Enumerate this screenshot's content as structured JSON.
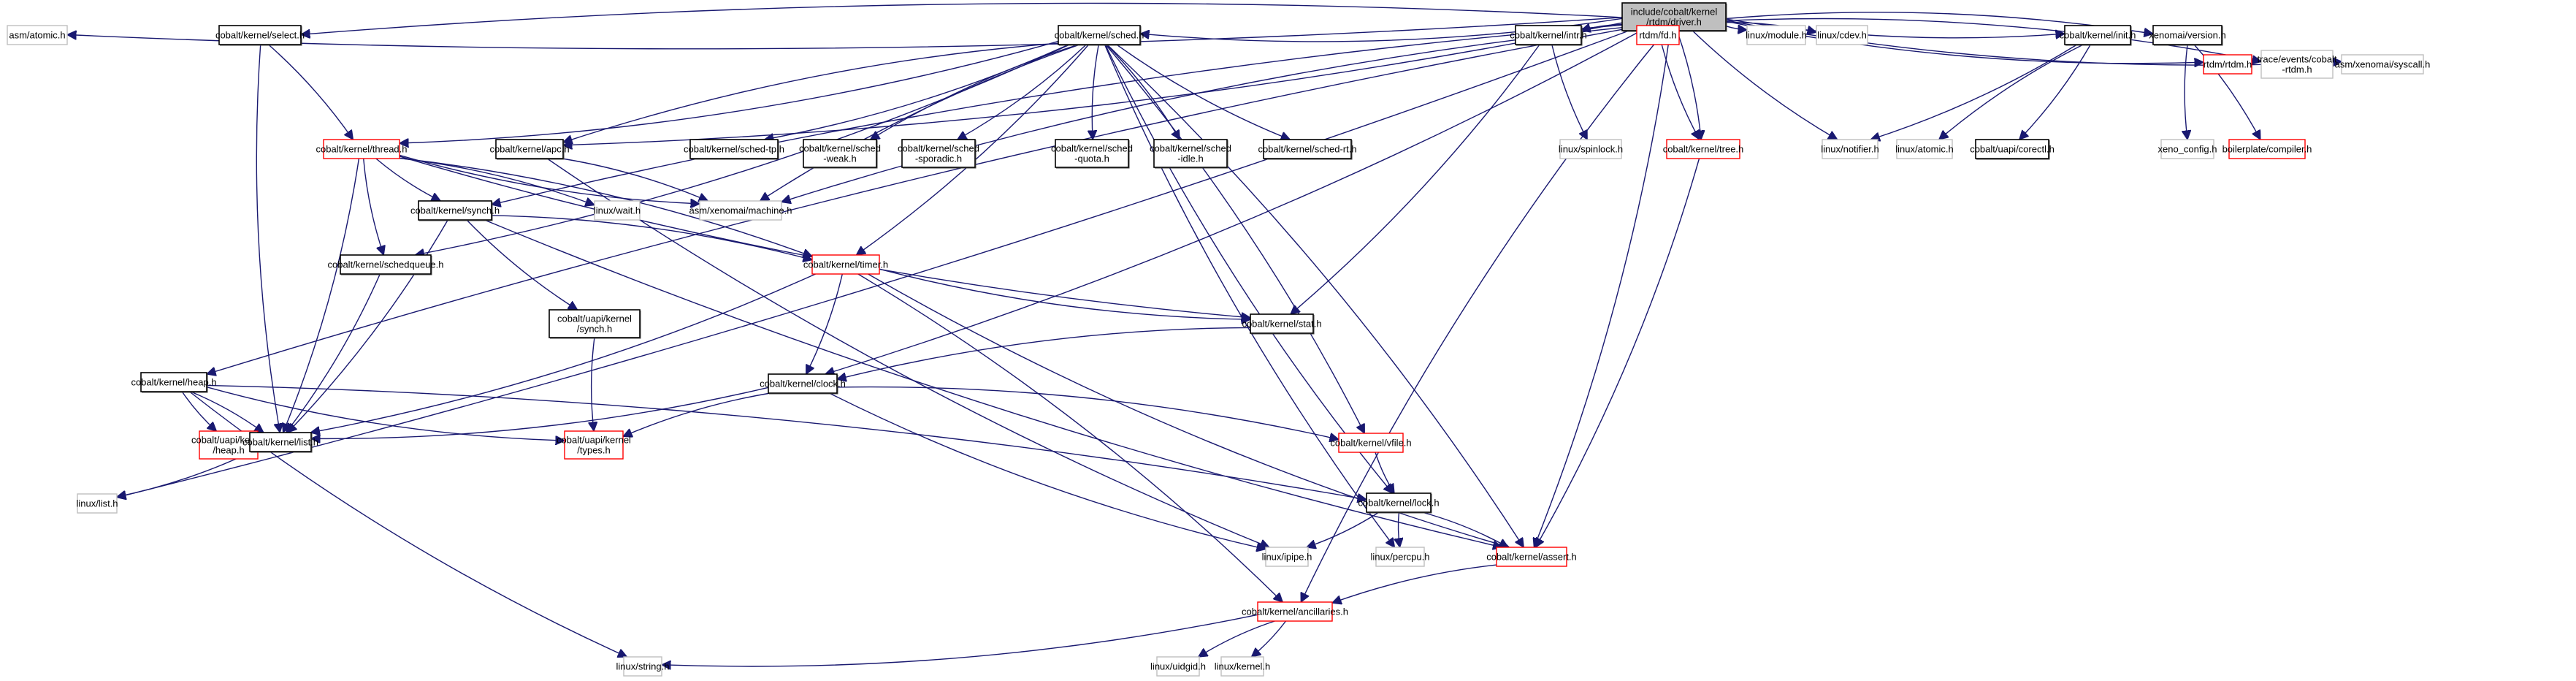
{
  "title": "include/cobalt/kernel/rtdm/driver.h include dependency graph",
  "colors": {
    "root_fill": "#bfbfbf",
    "root_border": "#000000",
    "documented_border": "#000000",
    "truncated_border": "#ff0000",
    "external_border": "#bfbfbf",
    "edge": "#191970"
  },
  "nodes": [
    {
      "id": "root",
      "label": [
        "include/cobalt/kernel",
        "/rtdm/driver.h"
      ],
      "kind": "root"
    },
    {
      "id": "asm_atomic",
      "label": [
        "asm/atomic.h"
      ],
      "kind": "external"
    },
    {
      "id": "select",
      "label": [
        "cobalt/kernel/select.h"
      ],
      "kind": "documented"
    },
    {
      "id": "sched",
      "label": [
        "cobalt/kernel/sched.h"
      ],
      "kind": "documented"
    },
    {
      "id": "intr",
      "label": [
        "cobalt/kernel/intr.h"
      ],
      "kind": "documented"
    },
    {
      "id": "rtdm_fd",
      "label": [
        "rtdm/fd.h"
      ],
      "kind": "truncated"
    },
    {
      "id": "linux_module",
      "label": [
        "linux/module.h"
      ],
      "kind": "external"
    },
    {
      "id": "linux_cdev",
      "label": [
        "linux/cdev.h"
      ],
      "kind": "external"
    },
    {
      "id": "init",
      "label": [
        "cobalt/kernel/init.h"
      ],
      "kind": "documented"
    },
    {
      "id": "xeno_version",
      "label": [
        "xenomai/version.h"
      ],
      "kind": "documented"
    },
    {
      "id": "rtdm_rtdm",
      "label": [
        "rtdm/rtdm.h"
      ],
      "kind": "truncated"
    },
    {
      "id": "trace_rtdm",
      "label": [
        "trace/events/cobalt",
        "-rtdm.h"
      ],
      "kind": "external"
    },
    {
      "id": "asm_syscall",
      "label": [
        "asm/xenomai/syscall.h"
      ],
      "kind": "external"
    },
    {
      "id": "thread",
      "label": [
        "cobalt/kernel/thread.h"
      ],
      "kind": "truncated"
    },
    {
      "id": "apc",
      "label": [
        "cobalt/kernel/apc.h"
      ],
      "kind": "documented"
    },
    {
      "id": "sched_tp",
      "label": [
        "cobalt/kernel/sched-tp.h"
      ],
      "kind": "documented"
    },
    {
      "id": "sched_weak",
      "label": [
        "cobalt/kernel/sched",
        "-weak.h"
      ],
      "kind": "documented"
    },
    {
      "id": "sched_sporadic",
      "label": [
        "cobalt/kernel/sched",
        "-sporadic.h"
      ],
      "kind": "documented"
    },
    {
      "id": "sched_quota",
      "label": [
        "cobalt/kernel/sched",
        "-quota.h"
      ],
      "kind": "documented"
    },
    {
      "id": "sched_idle",
      "label": [
        "cobalt/kernel/sched",
        "-idle.h"
      ],
      "kind": "documented"
    },
    {
      "id": "sched_rt",
      "label": [
        "cobalt/kernel/sched-rt.h"
      ],
      "kind": "documented"
    },
    {
      "id": "linux_spinlock",
      "label": [
        "linux/spinlock.h"
      ],
      "kind": "external"
    },
    {
      "id": "tree",
      "label": [
        "cobalt/kernel/tree.h"
      ],
      "kind": "truncated"
    },
    {
      "id": "linux_notifier",
      "label": [
        "linux/notifier.h"
      ],
      "kind": "external"
    },
    {
      "id": "linux_atomic",
      "label": [
        "linux/atomic.h"
      ],
      "kind": "external"
    },
    {
      "id": "corectl",
      "label": [
        "cobalt/uapi/corectl.h"
      ],
      "kind": "documented"
    },
    {
      "id": "xeno_config",
      "label": [
        "xeno_config.h"
      ],
      "kind": "external"
    },
    {
      "id": "bp_compiler",
      "label": [
        "boilerplate/compiler.h"
      ],
      "kind": "truncated"
    },
    {
      "id": "synch",
      "label": [
        "cobalt/kernel/synch.h"
      ],
      "kind": "documented"
    },
    {
      "id": "linux_wait",
      "label": [
        "linux/wait.h"
      ],
      "kind": "external"
    },
    {
      "id": "asm_machine",
      "label": [
        "asm/xenomai/machine.h"
      ],
      "kind": "external"
    },
    {
      "id": "schedqueue",
      "label": [
        "cobalt/kernel/schedqueue.h"
      ],
      "kind": "documented"
    },
    {
      "id": "timer",
      "label": [
        "cobalt/kernel/timer.h"
      ],
      "kind": "truncated"
    },
    {
      "id": "uapi_synch",
      "label": [
        "cobalt/uapi/kernel",
        "/synch.h"
      ],
      "kind": "documented"
    },
    {
      "id": "stat",
      "label": [
        "cobalt/kernel/stat.h"
      ],
      "kind": "documented"
    },
    {
      "id": "heap",
      "label": [
        "cobalt/kernel/heap.h"
      ],
      "kind": "documented"
    },
    {
      "id": "clock",
      "label": [
        "cobalt/kernel/clock.h"
      ],
      "kind": "documented"
    },
    {
      "id": "uapi_heap",
      "label": [
        "cobalt/uapi/kernel",
        "/heap.h"
      ],
      "kind": "truncated"
    },
    {
      "id": "list",
      "label": [
        "cobalt/kernel/list.h"
      ],
      "kind": "documented"
    },
    {
      "id": "uapi_types",
      "label": [
        "cobalt/uapi/kernel",
        "/types.h"
      ],
      "kind": "truncated"
    },
    {
      "id": "vfile",
      "label": [
        "cobalt/kernel/vfile.h"
      ],
      "kind": "truncated"
    },
    {
      "id": "linux_list",
      "label": [
        "linux/list.h"
      ],
      "kind": "external"
    },
    {
      "id": "lock",
      "label": [
        "cobalt/kernel/lock.h"
      ],
      "kind": "documented"
    },
    {
      "id": "linux_ipipe",
      "label": [
        "linux/ipipe.h"
      ],
      "kind": "external"
    },
    {
      "id": "linux_percpu",
      "label": [
        "linux/percpu.h"
      ],
      "kind": "external"
    },
    {
      "id": "assert",
      "label": [
        "cobalt/kernel/assert.h"
      ],
      "kind": "truncated"
    },
    {
      "id": "ancillaries",
      "label": [
        "cobalt/kernel/ancillaries.h"
      ],
      "kind": "truncated"
    },
    {
      "id": "linux_string",
      "label": [
        "linux/string.h"
      ],
      "kind": "external"
    },
    {
      "id": "linux_uidgid",
      "label": [
        "linux/uidgid.h"
      ],
      "kind": "external"
    },
    {
      "id": "linux_kernel",
      "label": [
        "linux/kernel.h"
      ],
      "kind": "external"
    }
  ],
  "edges": [
    [
      "root",
      "asm_atomic"
    ],
    [
      "root",
      "select"
    ],
    [
      "root",
      "sched"
    ],
    [
      "root",
      "intr"
    ],
    [
      "root",
      "rtdm_fd"
    ],
    [
      "root",
      "linux_module"
    ],
    [
      "root",
      "linux_cdev"
    ],
    [
      "root",
      "init"
    ],
    [
      "root",
      "xeno_version"
    ],
    [
      "root",
      "rtdm_rtdm"
    ],
    [
      "root",
      "trace_rtdm"
    ],
    [
      "root",
      "asm_syscall"
    ],
    [
      "root",
      "tree"
    ],
    [
      "root",
      "linux_notifier"
    ],
    [
      "root",
      "linux_list"
    ],
    [
      "root",
      "heap"
    ],
    [
      "root",
      "clock"
    ],
    [
      "root",
      "synch"
    ],
    [
      "root",
      "apc"
    ],
    [
      "root",
      "asm_machine"
    ],
    [
      "root",
      "assert"
    ],
    [
      "root",
      "ancillaries"
    ],
    [
      "select",
      "thread"
    ],
    [
      "select",
      "list"
    ],
    [
      "sched",
      "thread"
    ],
    [
      "sched",
      "apc"
    ],
    [
      "sched",
      "sched_tp"
    ],
    [
      "sched",
      "sched_weak"
    ],
    [
      "sched",
      "sched_sporadic"
    ],
    [
      "sched",
      "sched_quota"
    ],
    [
      "sched",
      "sched_idle"
    ],
    [
      "sched",
      "sched_rt"
    ],
    [
      "sched",
      "schedqueue"
    ],
    [
      "sched",
      "asm_machine"
    ],
    [
      "sched",
      "vfile"
    ],
    [
      "sched",
      "lock"
    ],
    [
      "sched",
      "assert"
    ],
    [
      "sched",
      "linux_percpu"
    ],
    [
      "sched",
      "timer"
    ],
    [
      "intr",
      "linux_spinlock"
    ],
    [
      "intr",
      "stat"
    ],
    [
      "rtdm_fd",
      "tree"
    ],
    [
      "init",
      "linux_notifier"
    ],
    [
      "init",
      "linux_atomic"
    ],
    [
      "init",
      "corectl"
    ],
    [
      "xeno_version",
      "xeno_config"
    ],
    [
      "xeno_version",
      "bp_compiler"
    ],
    [
      "thread",
      "synch"
    ],
    [
      "thread",
      "linux_wait"
    ],
    [
      "thread",
      "asm_machine"
    ],
    [
      "thread",
      "timer"
    ],
    [
      "thread",
      "stat"
    ],
    [
      "thread",
      "list"
    ],
    [
      "thread",
      "schedqueue"
    ],
    [
      "apc",
      "asm_machine"
    ],
    [
      "apc",
      "linux_ipipe"
    ],
    [
      "synch",
      "list"
    ],
    [
      "synch",
      "uapi_synch"
    ],
    [
      "synch",
      "timer"
    ],
    [
      "synch",
      "assert"
    ],
    [
      "schedqueue",
      "list"
    ],
    [
      "uapi_synch",
      "uapi_types"
    ],
    [
      "timer",
      "clock"
    ],
    [
      "timer",
      "stat"
    ],
    [
      "timer",
      "list"
    ],
    [
      "timer",
      "assert"
    ],
    [
      "timer",
      "ancillaries"
    ],
    [
      "stat",
      "clock"
    ],
    [
      "tree",
      "assert"
    ],
    [
      "heap",
      "uapi_heap"
    ],
    [
      "heap",
      "list"
    ],
    [
      "heap",
      "uapi_types"
    ],
    [
      "heap",
      "lock"
    ],
    [
      "heap",
      "linux_string"
    ],
    [
      "clock",
      "list"
    ],
    [
      "clock",
      "uapi_types"
    ],
    [
      "clock",
      "vfile"
    ],
    [
      "clock",
      "linux_ipipe"
    ],
    [
      "list",
      "linux_list"
    ],
    [
      "vfile",
      "lock"
    ],
    [
      "lock",
      "linux_ipipe"
    ],
    [
      "lock",
      "linux_percpu"
    ],
    [
      "lock",
      "assert"
    ],
    [
      "assert",
      "ancillaries"
    ],
    [
      "ancillaries",
      "linux_string"
    ],
    [
      "ancillaries",
      "linux_uidgid"
    ],
    [
      "ancillaries",
      "linux_kernel"
    ]
  ]
}
